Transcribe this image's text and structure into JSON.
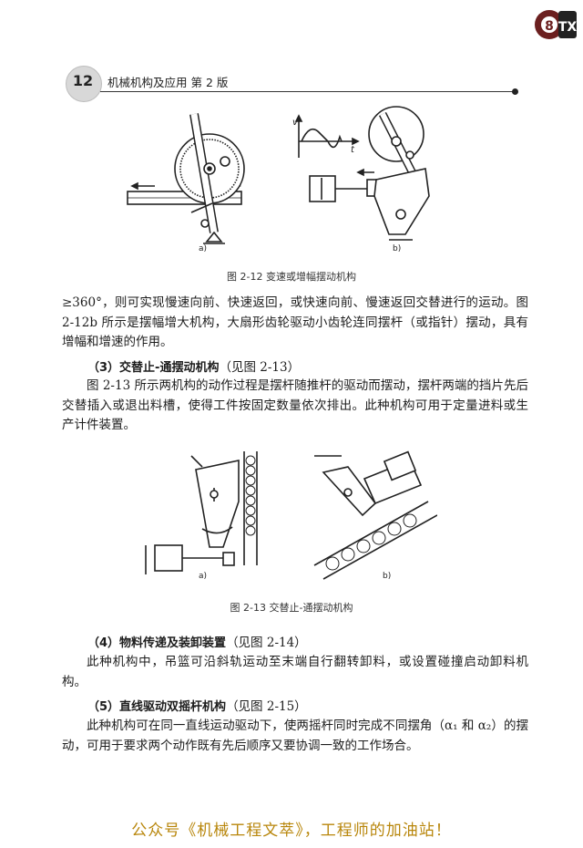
{
  "logo": {
    "text": "8TX",
    "icon": "gear-logo-icon"
  },
  "header": {
    "page_number": "12",
    "title": "机械机构及应用   第 2 版"
  },
  "figures": [
    {
      "id": "fig-2-12",
      "caption": "图 2-12    变速或增幅摆动机构",
      "sublabels": [
        "a)",
        "b)"
      ],
      "axis_labels": [
        "v",
        "t"
      ]
    },
    {
      "id": "fig-2-13",
      "caption": "图 2-13    交替止-通摆动机构",
      "sublabels": [
        "a)",
        "b)"
      ]
    }
  ],
  "body": {
    "para1": "≥360°，则可实现慢速向前、快速返回，或快速向前、慢速返回交替进行的运动。图 2-12b 所示是摆幅增大机构，大扇形齿轮驱动小齿轮连同摆杆（或指针）摆动，具有增幅和增速的作用。",
    "heading3_num": "（3）",
    "heading3_title": "交替止-通摆动机构",
    "heading3_ref": "（见图 2-13）",
    "para2": "图 2-13 所示两机构的动作过程是摆杆随推杆的驱动而摆动，摆杆两端的挡片先后交替插入或退出料槽，使得工件按固定数量依次排出。此种机构可用于定量进料或生产计件装置。",
    "heading4_num": "（4）",
    "heading4_title": "物料传递及装卸装置",
    "heading4_ref": "（见图 2-14）",
    "para3": "此种机构中，吊篮可沿斜轨运动至末端自行翻转卸料，或设置碰撞启动卸料机构。",
    "heading5_num": "（5）",
    "heading5_title": "直线驱动双摇杆机构",
    "heading5_ref": "（见图 2-15）",
    "para4": "此种机构可在同一直线运动驱动下，使两摇杆同时完成不同摆角（α₁ 和 α₂）的摆动，可用于要求两个动作既有先后顺序又要协调一致的工作场合。"
  },
  "footer": {
    "banner": "公众号《机械工程文萃》，工程师的加油站！"
  }
}
